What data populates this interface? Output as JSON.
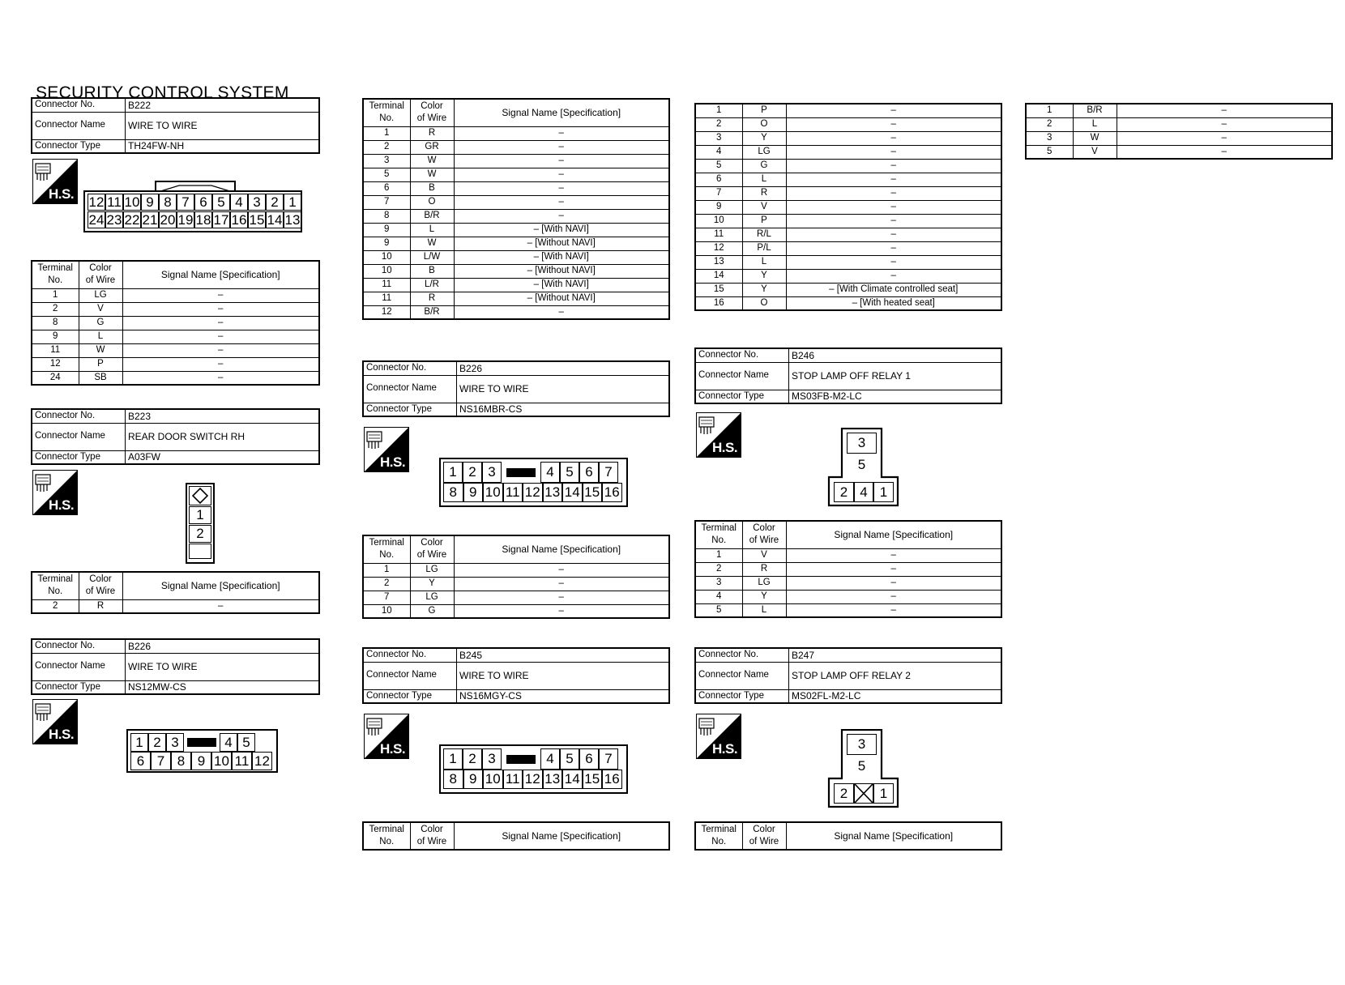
{
  "page_title": "SECURITY CONTROL SYSTEM",
  "badge": {
    "text": "H.S."
  },
  "labels": {
    "connector_no": "Connector No.",
    "connector_name": "Connector Name",
    "connector_type": "Connector Type",
    "terminal_no_line1": "Terminal",
    "terminal_no_line2": "No.",
    "color_line1": "Color",
    "color_line2": "of Wire",
    "signal": "Signal Name [Specification]"
  },
  "connectors": {
    "b222": {
      "no": "B222",
      "name": "WIRE TO WIRE",
      "type": "TH24FW-NH",
      "pins_top": [
        "12",
        "11",
        "10",
        "9",
        "8",
        "7",
        "6",
        "5",
        "4",
        "3",
        "2",
        "1"
      ],
      "pins_bottom": [
        "24",
        "23",
        "22",
        "21",
        "20",
        "19",
        "18",
        "17",
        "16",
        "15",
        "14",
        "13"
      ],
      "terminals": [
        {
          "t": "1",
          "c": "LG",
          "s": "–"
        },
        {
          "t": "2",
          "c": "V",
          "s": "–"
        },
        {
          "t": "8",
          "c": "G",
          "s": "–"
        },
        {
          "t": "9",
          "c": "L",
          "s": "–"
        },
        {
          "t": "11",
          "c": "W",
          "s": "–"
        },
        {
          "t": "12",
          "c": "P",
          "s": "–"
        },
        {
          "t": "24",
          "c": "SB",
          "s": "–"
        }
      ]
    },
    "b223": {
      "no": "B223",
      "name": "REAR DOOR SWITCH RH",
      "type": "A03FW",
      "pins": [
        "1",
        "2"
      ],
      "terminals": [
        {
          "t": "2",
          "c": "R",
          "s": "–"
        }
      ]
    },
    "b226a": {
      "no": "B226",
      "name": "WIRE TO WIRE",
      "type": "NS12MW-CS",
      "pins_top": [
        "1",
        "2",
        "3",
        "4",
        "5"
      ],
      "pins_bottom": [
        "6",
        "7",
        "8",
        "9",
        "10",
        "11",
        "12"
      ]
    },
    "b226b": {
      "no": "B226",
      "name": "WIRE TO WIRE",
      "type": "NS16MBR-CS",
      "pins_top": [
        "1",
        "2",
        "3",
        "4",
        "5",
        "6",
        "7"
      ],
      "pins_bottom": [
        "8",
        "9",
        "10",
        "11",
        "12",
        "13",
        "14",
        "15",
        "16"
      ]
    },
    "b245": {
      "no": "B245",
      "name": "WIRE TO WIRE",
      "type": "NS16MGY-CS",
      "pins_top": [
        "1",
        "2",
        "3",
        "4",
        "5",
        "6",
        "7"
      ],
      "pins_bottom": [
        "8",
        "9",
        "10",
        "11",
        "12",
        "13",
        "14",
        "15",
        "16"
      ]
    },
    "b246": {
      "no": "B246",
      "name": "STOP LAMP OFF RELAY 1",
      "type": "MS03FB-M2-LC",
      "pins": [
        "3",
        "5",
        "2",
        "4",
        "1"
      ]
    },
    "b247": {
      "no": "B247",
      "name": "STOP LAMP OFF RELAY 2",
      "type": "MS02FL-M2-LC",
      "pins": [
        "3",
        "5",
        "2",
        "1"
      ]
    }
  },
  "tables": {
    "col2_top": [
      {
        "t": "1",
        "c": "R",
        "s": "–"
      },
      {
        "t": "2",
        "c": "GR",
        "s": "–"
      },
      {
        "t": "3",
        "c": "W",
        "s": "–"
      },
      {
        "t": "5",
        "c": "W",
        "s": "–"
      },
      {
        "t": "6",
        "c": "B",
        "s": "–"
      },
      {
        "t": "7",
        "c": "O",
        "s": "–"
      },
      {
        "t": "8",
        "c": "B/R",
        "s": "–"
      },
      {
        "t": "9",
        "c": "L",
        "s": "– [With NAVI]"
      },
      {
        "t": "9",
        "c": "W",
        "s": "– [Without NAVI]"
      },
      {
        "t": "10",
        "c": "L/W",
        "s": "– [With NAVI]"
      },
      {
        "t": "10",
        "c": "B",
        "s": "– [Without NAVI]"
      },
      {
        "t": "11",
        "c": "L/R",
        "s": "– [With NAVI]"
      },
      {
        "t": "11",
        "c": "R",
        "s": "– [Without NAVI]"
      },
      {
        "t": "12",
        "c": "B/R",
        "s": "–"
      }
    ],
    "b226b": [
      {
        "t": "1",
        "c": "LG",
        "s": "–"
      },
      {
        "t": "2",
        "c": "Y",
        "s": "–"
      },
      {
        "t": "7",
        "c": "LG",
        "s": "–"
      },
      {
        "t": "10",
        "c": "G",
        "s": "–"
      }
    ],
    "col3_top": [
      {
        "t": "1",
        "c": "P",
        "s": "–"
      },
      {
        "t": "2",
        "c": "O",
        "s": "–"
      },
      {
        "t": "3",
        "c": "Y",
        "s": "–"
      },
      {
        "t": "4",
        "c": "LG",
        "s": "–"
      },
      {
        "t": "5",
        "c": "G",
        "s": "–"
      },
      {
        "t": "6",
        "c": "L",
        "s": "–"
      },
      {
        "t": "7",
        "c": "R",
        "s": "–"
      },
      {
        "t": "9",
        "c": "V",
        "s": "–"
      },
      {
        "t": "10",
        "c": "P",
        "s": "–"
      },
      {
        "t": "11",
        "c": "R/L",
        "s": "–"
      },
      {
        "t": "12",
        "c": "P/L",
        "s": "–"
      },
      {
        "t": "13",
        "c": "L",
        "s": "–"
      },
      {
        "t": "14",
        "c": "Y",
        "s": "–"
      },
      {
        "t": "15",
        "c": "Y",
        "s": "– [With Climate controlled seat]"
      },
      {
        "t": "16",
        "c": "O",
        "s": "– [With heated seat]"
      }
    ],
    "b246": [
      {
        "t": "1",
        "c": "V",
        "s": "–"
      },
      {
        "t": "2",
        "c": "R",
        "s": "–"
      },
      {
        "t": "3",
        "c": "LG",
        "s": "–"
      },
      {
        "t": "4",
        "c": "Y",
        "s": "–"
      },
      {
        "t": "5",
        "c": "L",
        "s": "–"
      }
    ],
    "col4_top": [
      {
        "t": "1",
        "c": "B/R",
        "s": "–"
      },
      {
        "t": "2",
        "c": "L",
        "s": "–"
      },
      {
        "t": "3",
        "c": "W",
        "s": "–"
      },
      {
        "t": "5",
        "c": "V",
        "s": "–"
      }
    ]
  }
}
